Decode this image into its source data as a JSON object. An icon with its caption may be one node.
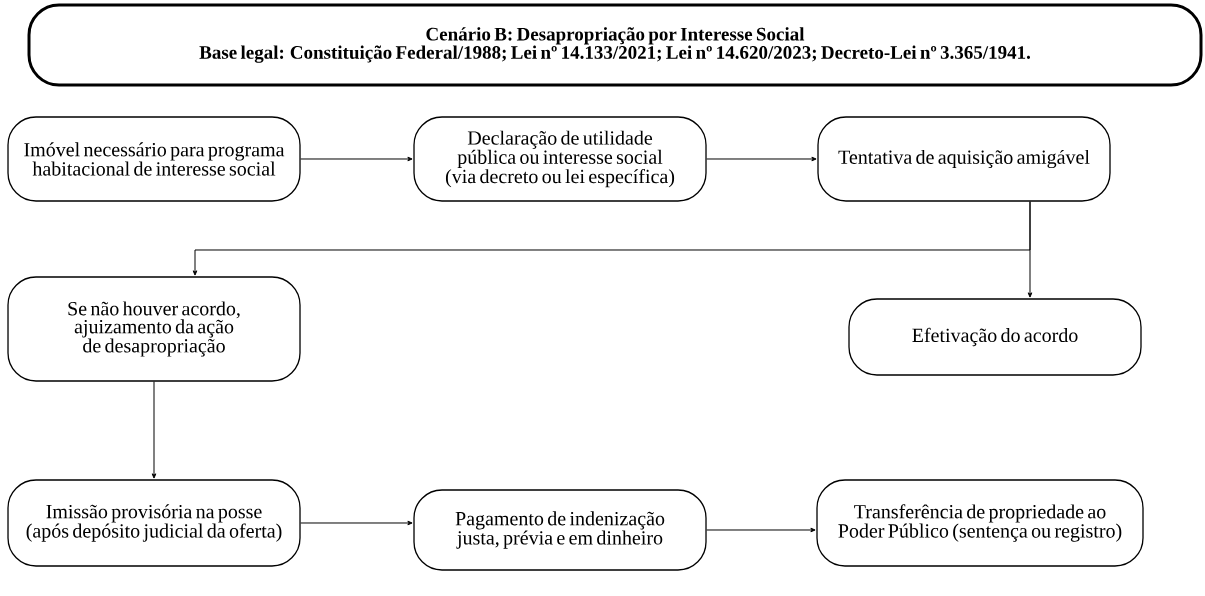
{
  "diagram": {
    "nodes": [
      {
        "text": [
          "Cenário B: Desapropriação por Interesse Social",
          "Base legal: Constituição Federal/1988; Lei nº 14.133/2021; Lei nº 14.620/2023; Decreto-Lei nº 3.365/1941."
        ]
      },
      {
        "text": [
          "Imóvel necessário para programa habitacional de interesse social"
        ]
      },
      {
        "text": [
          "Declaração de utilidade pública ou interesse social (via decreto ou lei específica)"
        ]
      },
      {
        "text": [
          "Tentativa de aquisição amigável"
        ]
      },
      {
        "text": [
          "Se não houver acordo, ajuizamento da ação de desapropriação"
        ]
      },
      {
        "text": [
          "Efetivação do acordo"
        ]
      },
      {
        "text": [
          "Imissão provisória na posse (após depósito judicial da oferta)"
        ]
      },
      {
        "text": [
          "Pagamento de indenização justa, prévia e em dinheiro"
        ]
      },
      {
        "text": [
          "Transferência de propriedade ao Poder Público (sentença ou registro)"
        ]
      }
    ],
    "edges": [
      {
        "from": 1,
        "to": 2,
        "arrow": "to"
      },
      {
        "from": 2,
        "to": 3,
        "arrow": "to"
      },
      {
        "from": 3,
        "to": 4,
        "arrow": "to"
      },
      {
        "from": 3,
        "to": 5,
        "arrow": "to"
      },
      {
        "from": 4,
        "to": 6,
        "arrow": "to"
      },
      {
        "from": 6,
        "to": 7,
        "arrow": "to"
      },
      {
        "from": 7,
        "to": 8,
        "arrow": "to"
      }
    ]
  }
}
